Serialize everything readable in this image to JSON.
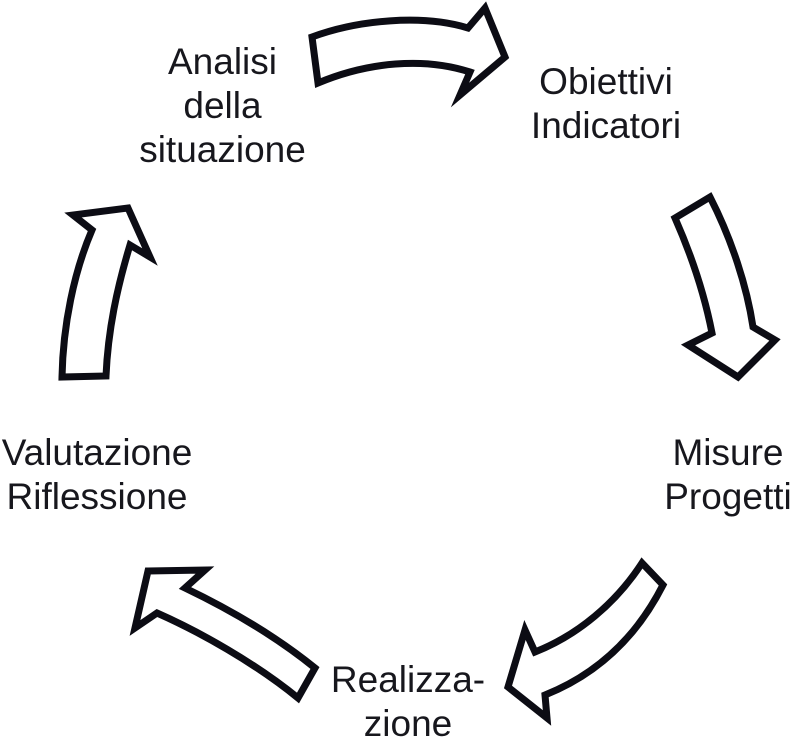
{
  "diagram": {
    "type": "cycle-diagram",
    "language": "it",
    "colors": {
      "background": "#ffffff",
      "text": "#17171d",
      "arrow_outline": "#0c0c14",
      "arrow_fill": "#ffffff"
    },
    "nodes": {
      "analisi": {
        "lines": [
          "Analisi",
          "della",
          "situazione"
        ]
      },
      "obiettivi": {
        "lines": [
          "Obiettivi",
          "Indicatori"
        ]
      },
      "misure": {
        "lines": [
          "Misure",
          "Progetti"
        ]
      },
      "realizzazione": {
        "lines": [
          "Realizza-",
          "zione"
        ]
      },
      "valutazione": {
        "lines": [
          "Valutazione",
          "Riflessione"
        ]
      }
    },
    "flow_order": [
      "Analisi della situazione",
      "Obiettivi Indicatori",
      "Misure Progetti",
      "Realizzazione",
      "Valutazione Riflessione"
    ],
    "arrows": [
      {
        "name": "arrow-analisi-to-obiettivi",
        "direction": "right"
      },
      {
        "name": "arrow-obiettivi-to-misure",
        "direction": "down"
      },
      {
        "name": "arrow-misure-to-realizzazione",
        "direction": "down-left"
      },
      {
        "name": "arrow-realizzazione-to-valutazione",
        "direction": "up-left"
      },
      {
        "name": "arrow-valutazione-to-analisi",
        "direction": "up"
      }
    ]
  }
}
